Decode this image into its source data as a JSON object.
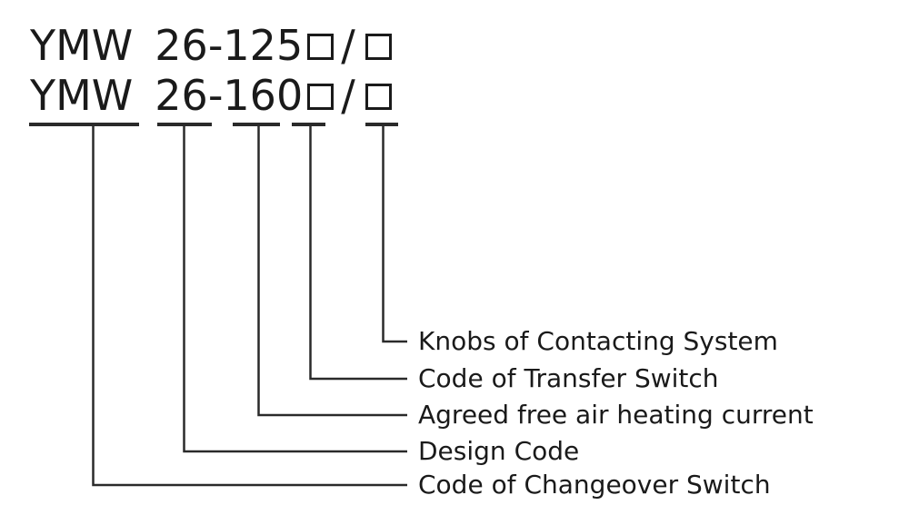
{
  "colors": {
    "background": "#ffffff",
    "ink": "#1a1a1a",
    "line": "#2a2a2a"
  },
  "model_lines": [
    {
      "series": "YMW",
      "code": "26-125",
      "separator": "/"
    },
    {
      "series": "YMW",
      "code": "26-160",
      "separator": "/"
    }
  ],
  "legend": [
    {
      "label": "Knobs of Contacting System"
    },
    {
      "label": "Code of Transfer Switch"
    },
    {
      "label": "Agreed free air heating current"
    },
    {
      "label": "Design Code"
    },
    {
      "label": "Code of Changeover Switch"
    }
  ]
}
